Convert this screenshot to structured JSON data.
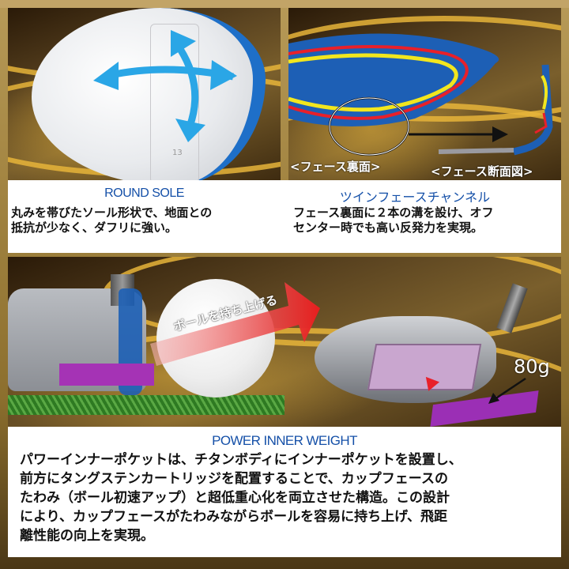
{
  "panels": {
    "round_sole": {
      "title": "ROUND SOLE",
      "body_line1": "丸みを帯びたソール形状で、地面との",
      "body_line2": "抵抗が少なく、ダフリに強い。",
      "head_marking": "13",
      "arrow_color": "#2aa6e6",
      "crown_accent": "#1e6fc8"
    },
    "twin_face_channel": {
      "title": "ツインフェースチャンネル",
      "body_line1": "フェース裏面に２本の溝を設け、オフ",
      "body_line2": "センター時でも高い反発力を実現。",
      "label_back": "<フェース裏面>",
      "label_section": "<フェース断面図>",
      "channel_colors": {
        "outer": "#e8202a",
        "inner": "#f2e61e",
        "face": "#1d5fb5"
      }
    },
    "power_inner_weight": {
      "title": "POWER INNER WEIGHT",
      "body_lines": [
        "パワーインナーポケットは、チタンボディにインナーポケットを設置し、",
        "前方にタングステンカートリッジを配置することで、カップフェースの",
        "たわみ（ボール初速アップ）と超低重心化を両立させた構造。この設計",
        "により、カップフェースがたわみながらボールを容易に持ち上げ、飛距",
        "離性能の向上を実現。"
      ],
      "arrow_label": "ボールを持ち上げる",
      "weight_label": "80g",
      "weight_color": "#9b2fb5",
      "grass_color": "#3c8a2a"
    }
  },
  "colors": {
    "title_blue": "#1550a8",
    "frame_gold": "#a48643"
  }
}
